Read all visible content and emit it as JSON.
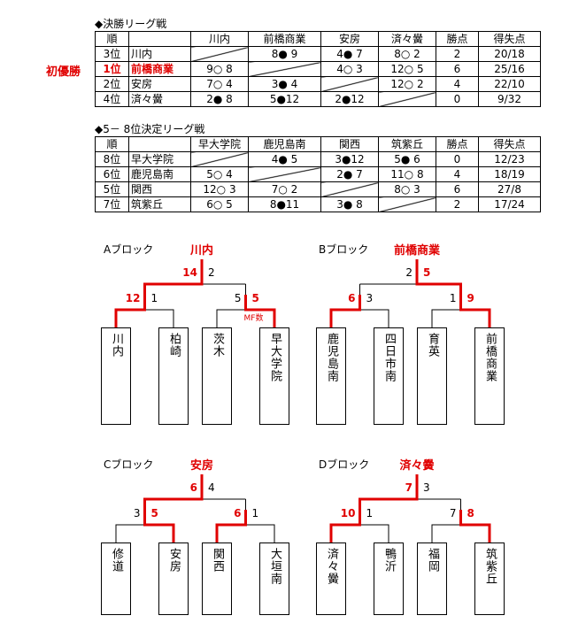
{
  "final_league": {
    "title": "◆決勝リーグ戦",
    "champion_label": "初優勝",
    "headers": [
      "順",
      "",
      "川内",
      "前橋商業",
      "安房",
      "済々黌",
      "勝点",
      "得失点"
    ],
    "rows": [
      {
        "rank": "3位",
        "team": "川内",
        "cells": [
          "",
          "8● 9",
          "4● 7",
          "8○ 2"
        ],
        "points": "2",
        "diff": "20/18"
      },
      {
        "rank": "1位",
        "team": "前橋商業",
        "cells": [
          "9○ 8",
          "",
          "4○ 3",
          "12○ 5"
        ],
        "points": "6",
        "diff": "25/16",
        "highlight": true
      },
      {
        "rank": "2位",
        "team": "安房",
        "cells": [
          "7○ 4",
          "3● 4",
          "",
          "12○ 2"
        ],
        "points": "4",
        "diff": "22/10"
      },
      {
        "rank": "4位",
        "team": "済々黌",
        "cells": [
          "2● 8",
          "5●12",
          "2●12",
          ""
        ],
        "points": "0",
        "diff": "9/32"
      }
    ]
  },
  "placement_league": {
    "title": "◆5－ 8位決定リーグ戦",
    "headers": [
      "順",
      "",
      "早大学院",
      "鹿児島南",
      "関西",
      "筑紫丘",
      "勝点",
      "得失点"
    ],
    "rows": [
      {
        "rank": "8位",
        "team": "早大学院",
        "cells": [
          "",
          "4● 5",
          "3●12",
          "5● 6"
        ],
        "points": "0",
        "diff": "12/23"
      },
      {
        "rank": "6位",
        "team": "鹿児島南",
        "cells": [
          "5○ 4",
          "",
          "2● 7",
          "11○ 8"
        ],
        "points": "4",
        "diff": "18/19"
      },
      {
        "rank": "5位",
        "team": "関西",
        "cells": [
          "12○ 3",
          "7○ 2",
          "",
          "8○ 3"
        ],
        "points": "6",
        "diff": "27/8"
      },
      {
        "rank": "7位",
        "team": "筑紫丘",
        "cells": [
          "6○ 5",
          "8●11",
          "3● 8",
          ""
        ],
        "points": "2",
        "diff": "17/24"
      }
    ]
  },
  "blocks": [
    {
      "label": "Aブロック",
      "winner": "川内",
      "teams": [
        "川内",
        "柏崎",
        "茨木",
        "早大学院"
      ],
      "final": {
        "scores": [
          "14",
          "2"
        ],
        "winner": "left"
      },
      "semi_left": {
        "scores": [
          "12",
          "1"
        ],
        "winner": "left"
      },
      "semi_right": {
        "scores": [
          "5",
          "5"
        ],
        "winner": "right",
        "note": "MF数"
      }
    },
    {
      "label": "Bブロック",
      "winner": "前橋商業",
      "teams": [
        "鹿児島南",
        "四日市南",
        "育英",
        "前橋商業"
      ],
      "final": {
        "scores": [
          "2",
          "5"
        ],
        "winner": "right"
      },
      "semi_left": {
        "scores": [
          "6",
          "3"
        ],
        "winner": "left"
      },
      "semi_right": {
        "scores": [
          "1",
          "9"
        ],
        "winner": "right"
      }
    },
    {
      "label": "Cブロック",
      "winner": "安房",
      "teams": [
        "修道",
        "安房",
        "関西",
        "大垣南"
      ],
      "final": {
        "scores": [
          "6",
          "4"
        ],
        "winner": "left"
      },
      "semi_left": {
        "scores": [
          "3",
          "5"
        ],
        "winner": "right"
      },
      "semi_right": {
        "scores": [
          "6",
          "1"
        ],
        "winner": "left"
      }
    },
    {
      "label": "Dブロック",
      "winner": "済々黌",
      "teams": [
        "済々黌",
        "鴨沂",
        "福岡",
        "筑紫丘"
      ],
      "final": {
        "scores": [
          "7",
          "3"
        ],
        "winner": "left"
      },
      "semi_left": {
        "scores": [
          "10",
          "1"
        ],
        "winner": "left"
      },
      "semi_right": {
        "scores": [
          "7",
          "8"
        ],
        "winner": "right"
      }
    }
  ],
  "colors": {
    "accent": "#e00000",
    "line": "#000000"
  }
}
